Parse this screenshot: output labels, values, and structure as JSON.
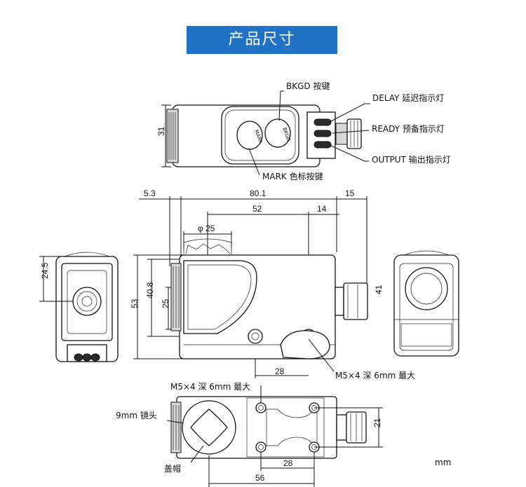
{
  "title": "产品尺寸",
  "unit": "mm",
  "top_view": {
    "bkgd_label": "BKGD 按键",
    "mark_label": "MARK 色标按键",
    "delay_label": "DELAY 延迟指示灯",
    "ready_label": "READY 预备指示灯",
    "output_label": "OUTPUT 输出指示灯",
    "button_mark_text": "MARK",
    "button_bkgd_text": "BKGD",
    "dim_height": "31"
  },
  "front_view": {
    "dim_left": "5.3",
    "dim_total": "80.1",
    "dim_right": "15",
    "dim_52": "52",
    "dim_14": "14",
    "dim_phi": "φ 25",
    "dim_53": "53",
    "dim_40_8": "40.8",
    "dim_25": "25",
    "dim_41": "41",
    "dim_28": "28",
    "hole_note": "M5×4 深 6mm 最大"
  },
  "left_view": {
    "dim_24_5": "24.5"
  },
  "bottom_view": {
    "hole_note": "M5×4 深 6mm 最大",
    "lens_label": "9mm 镜头",
    "cap_label": "盖帽",
    "dim_21": "21",
    "dim_28": "28",
    "dim_56": "56"
  }
}
